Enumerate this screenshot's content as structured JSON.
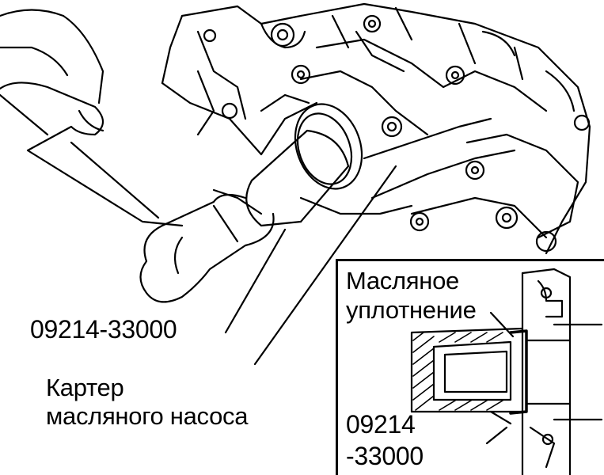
{
  "main_view": {
    "tool_part_number": "09214-33000",
    "housing_label": {
      "line1": "Картер",
      "line2": "масляного насоса"
    }
  },
  "inset": {
    "seal_label": {
      "line1": "Масляное",
      "line2": "уплотнение"
    },
    "tool_part_number": {
      "line1": "09214",
      "line2": "-33000"
    }
  }
}
